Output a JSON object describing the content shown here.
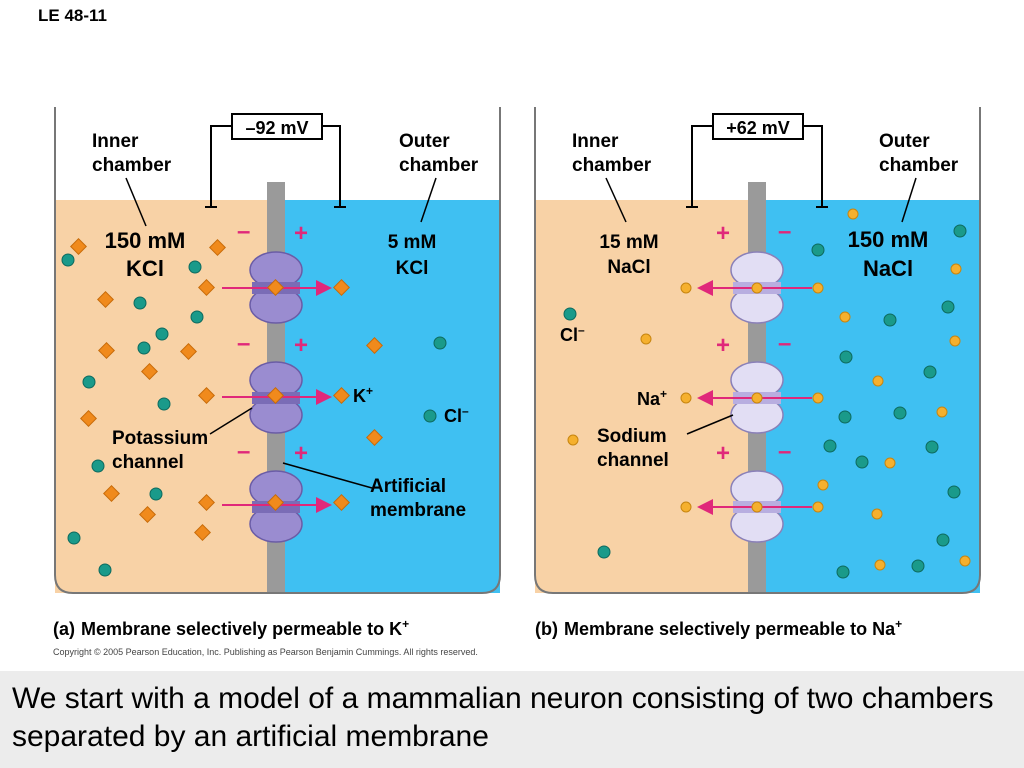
{
  "slide_label": "LE 48-11",
  "panels": {
    "a": {
      "voltage": "–92 mV",
      "inner_label": [
        "Inner",
        "chamber"
      ],
      "outer_label": [
        "Outer",
        "chamber"
      ],
      "inner_conc": "150 mM",
      "inner_salt": "KCl",
      "outer_conc": "5 mM",
      "outer_salt": "KCl",
      "cation_label": "K",
      "anion_label": "Cl",
      "channel_label": [
        "Potassium",
        "channel"
      ],
      "membrane_label": [
        "Artificial",
        "membrane"
      ],
      "caption_letter": "(a)",
      "caption_text": "Membrane selectively permeable to K"
    },
    "b": {
      "voltage": "+62 mV",
      "inner_label": [
        "Inner",
        "chamber"
      ],
      "outer_label": [
        "Outer",
        "chamber"
      ],
      "inner_conc": "15 mM",
      "inner_salt": "NaCl",
      "outer_conc": "150 mM",
      "outer_salt": "NaCl",
      "cation_label": "Na",
      "anion_label": "Cl",
      "channel_label": [
        "Sodium",
        "channel"
      ],
      "caption_letter": "(b)",
      "caption_text": "Membrane selectively permeable to Na"
    }
  },
  "charge_signs": {
    "plus": "+",
    "minus": "–",
    "superscript_plus": "+",
    "superscript_minus": "–"
  },
  "copyright": "Copyright © 2005 Pearson Education, Inc. Publishing as Pearson Benjamin Cummings. All rights reserved.",
  "caption": "We start with a model of a mammalian neuron consisting of two chambers separated by an artificial membrane",
  "colors": {
    "inner_fluid": "#f8d2a6",
    "outer_fluid": "#3fc0f2",
    "membrane": "#9a9a9a",
    "potassium_ion": "#f08a1c",
    "sodium_ion": "#f5b02e",
    "chloride_ion": "#1a9a8a",
    "charge_sign": "#e0287a",
    "k_channel": "#9a8cd0",
    "na_channel": "#e2def4"
  }
}
